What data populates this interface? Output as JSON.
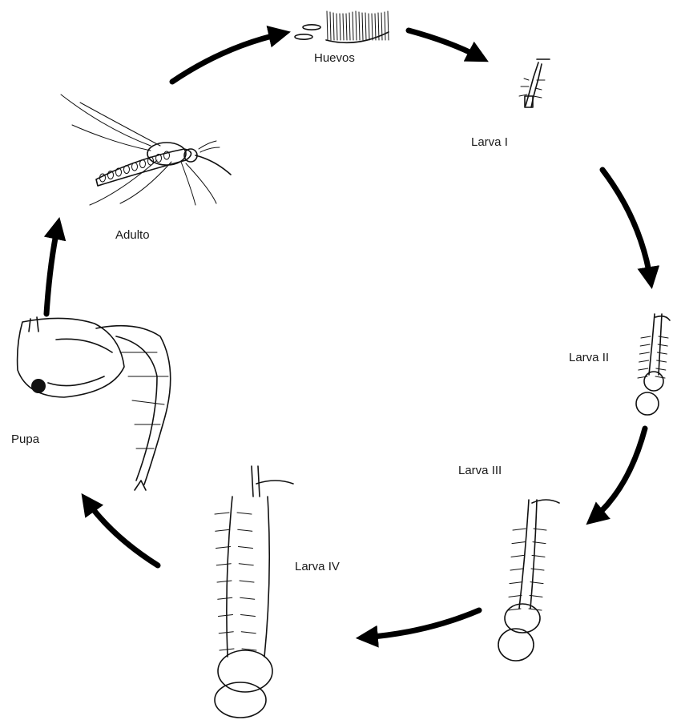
{
  "stages": [
    {
      "id": "huevos",
      "label": "Huevos"
    },
    {
      "id": "larva1",
      "label": "Larva I"
    },
    {
      "id": "larva2",
      "label": "Larva II"
    },
    {
      "id": "larva3",
      "label": "Larva III"
    },
    {
      "id": "larva4",
      "label": "Larva IV"
    },
    {
      "id": "pupa",
      "label": "Pupa"
    },
    {
      "id": "adulto",
      "label": "Adulto"
    }
  ],
  "cycle_order": [
    "Adulto",
    "Huevos",
    "Larva I",
    "Larva II",
    "Larva III",
    "Larva IV",
    "Pupa",
    "Adulto"
  ],
  "colors": {
    "ink": "#111111",
    "arrow": "#000000",
    "background": "#ffffff"
  }
}
